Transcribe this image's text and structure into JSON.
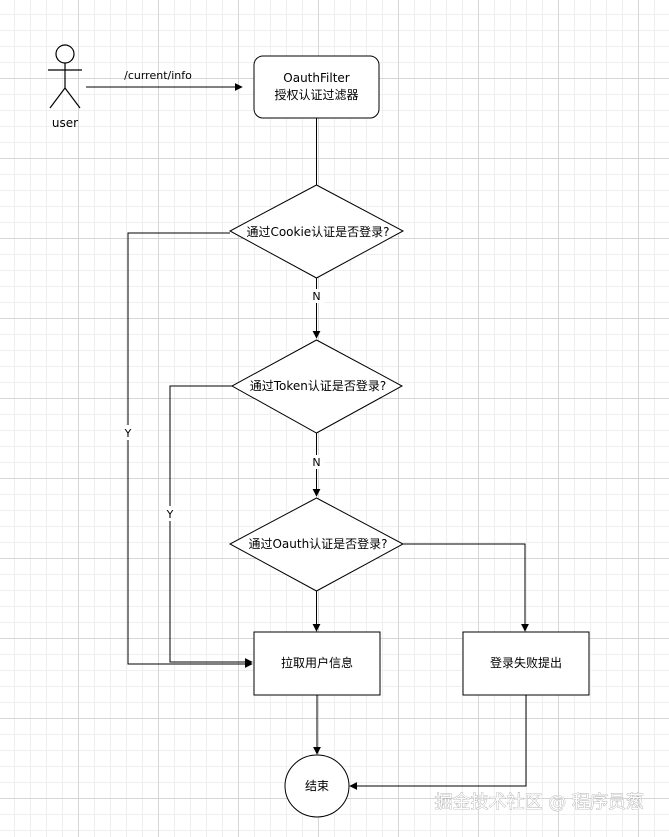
{
  "actor": {
    "label": "user"
  },
  "nodes": {
    "filter": {
      "line1": "OauthFilter",
      "line2": "授权认证过滤器"
    },
    "cookie": {
      "label": "通过Cookie认证是否登录?"
    },
    "token": {
      "label": "通过Token认证是否登录?"
    },
    "oauth": {
      "label": "通过Oauth认证是否登录?"
    },
    "fetch": {
      "label": "拉取用户信息"
    },
    "fail": {
      "label": "登录失败提出"
    },
    "end": {
      "label": "结束"
    }
  },
  "edges": {
    "request": "/current/info",
    "cookie_no": "N",
    "token_no": "N",
    "cookie_yes": "Y",
    "token_yes": "Y"
  },
  "watermark": "掘金技术社区 @ 程序员葱"
}
